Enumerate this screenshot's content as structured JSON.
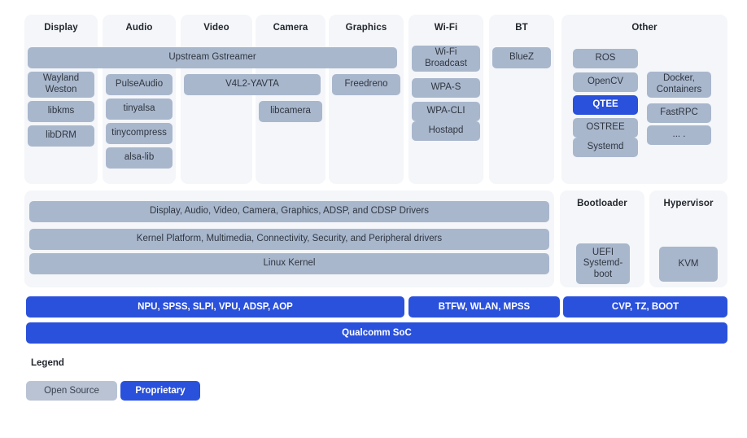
{
  "diagram": {
    "title_visible": false,
    "colors": {
      "panel_bg": "#f4f6f9",
      "open_source": "#a9b7cd",
      "proprietary": "#2a51dc",
      "legend_open_source": "#b9c3d4",
      "text": "#2f3640",
      "page_bg": "#ffffff"
    },
    "columns": [
      {
        "title": "Display",
        "boxes": [
          "Wayland\nWeston",
          "libkms",
          "libDRM"
        ]
      },
      {
        "title": "Audio",
        "boxes": [
          "PulseAudio",
          "tinyalsa",
          "tinycompress",
          "alsa-lib"
        ]
      },
      {
        "title": "Video",
        "boxes": []
      },
      {
        "title": "Camera",
        "boxes": [
          "libcamera"
        ]
      },
      {
        "title": "Graphics",
        "boxes": [
          "Freedreno"
        ]
      },
      {
        "title": "Wi-Fi",
        "boxes": [
          "Wi-Fi\nBroadcast",
          "WPA-S",
          "WPA-CLI",
          "Hostapd"
        ]
      },
      {
        "title": "BT",
        "boxes": [
          "BlueZ"
        ]
      },
      {
        "title": "Other",
        "boxes": [
          "ROS",
          "OpenCV",
          "QTEE",
          "OSTREE",
          "Systemd",
          "Docker,\nContainers",
          "FastRPC",
          "... ."
        ]
      }
    ],
    "spanning_boxes": [
      {
        "label": "Upstream Gstreamer",
        "spans": "Display-to-Graphics"
      },
      {
        "label": "V4L2-YAVTA",
        "spans": "Video-to-Camera"
      }
    ],
    "other_panel": {
      "left_stack": [
        "ROS",
        "OpenCV",
        "QTEE",
        "OSTREE",
        "Systemd"
      ],
      "right_stack": [
        "Docker,\nContainers",
        "FastRPC",
        "... ."
      ],
      "proprietary_items": [
        "QTEE"
      ]
    },
    "kernel_section": {
      "bars": [
        "Display, Audio, Video, Camera, Graphics, ADSP, and CDSP Drivers",
        "Kernel Platform, Multimedia, Connectivity, Security, and Peripheral drivers",
        "Linux Kernel"
      ]
    },
    "bootloader_panel": {
      "title": "Bootloader",
      "box": "UEFI\nSystemd-\nboot"
    },
    "hypervisor_panel": {
      "title": "Hypervisor",
      "box": "KVM"
    },
    "firmware_bars": [
      "NPU, SPSS, SLPI, VPU, ADSP, AOP",
      "BTFW, WLAN, MPSS",
      "CVP, TZ, BOOT"
    ],
    "soc_bar": "Qualcomm SoC",
    "legend": {
      "title": "Legend",
      "items": [
        {
          "label": "Open Source",
          "type": "open"
        },
        {
          "label": "Proprietary",
          "type": "proprietary"
        }
      ]
    }
  }
}
